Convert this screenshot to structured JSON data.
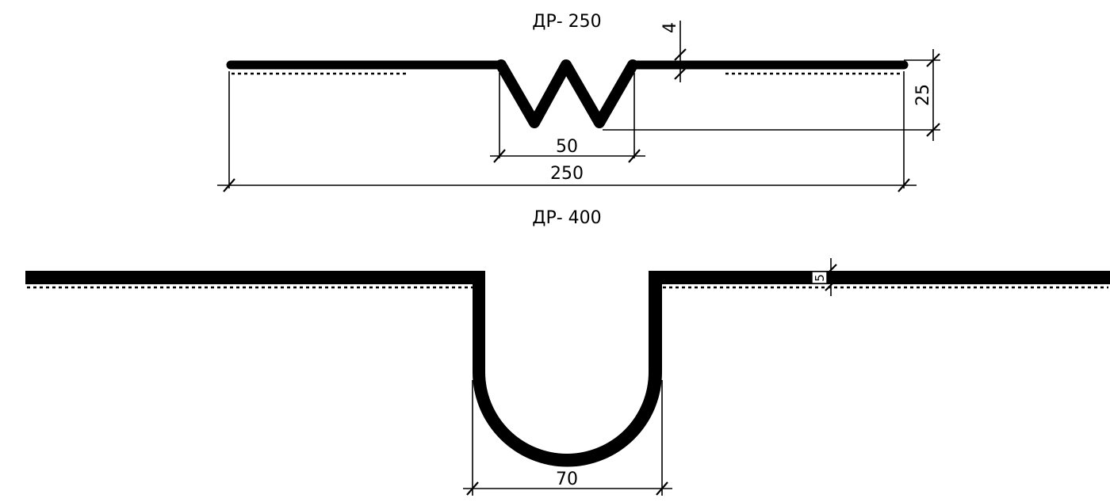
{
  "profiles": [
    {
      "title": "ДР- 250",
      "dimensions": {
        "thickness": "4",
        "height": "25",
        "width_center": "50",
        "width_total": "250"
      }
    },
    {
      "title": "ДР- 400",
      "dimensions": {
        "thickness": "5",
        "width_center": "70"
      }
    }
  ]
}
